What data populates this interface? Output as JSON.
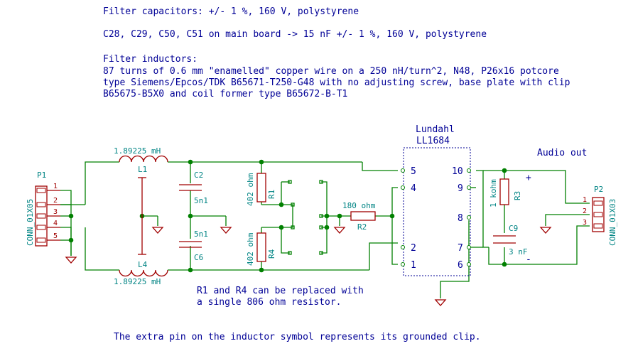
{
  "notes": {
    "caps_line": "Filter capacitors: +/- 1 %, 160 V, polystyrene",
    "main_board_line": "C28, C29, C50, C51 on main board -> 15 nF +/- 1 %, 160 V, polystyrene",
    "inductors_title": "Filter inductors:",
    "inductors_line1": "87 turns of 0.6 mm \"enamelled\" copper wire on a 250 nH/turn^2, N48, P26x16 potcore",
    "inductors_line2": "type Siemens/Epcos/TDK B65671-T250-G48 with no adjusting screw, base plate with clip",
    "inductors_line3": "B65675-B5X0 and coil former type B65672-B-T1",
    "replace_line1": "R1 and R4 can be replaced with",
    "replace_line2": "a single 806 ohm resistor.",
    "footer": "The extra pin on the inductor symbol represents its grounded clip."
  },
  "components": {
    "P1": {
      "ref": "P1",
      "value": "CONN_01X05",
      "pins": [
        "1",
        "2",
        "3",
        "4",
        "5"
      ]
    },
    "P2": {
      "ref": "P2",
      "value": "CONN_01X03",
      "pins": [
        "1",
        "2",
        "3"
      ]
    },
    "L1": {
      "ref": "L1",
      "value": "1.89225 mH"
    },
    "L4": {
      "ref": "L4",
      "value": "1.89225 mH"
    },
    "C2": {
      "ref": "C2",
      "value": "5n1"
    },
    "C6": {
      "ref": "C6",
      "value": "5n1"
    },
    "R1": {
      "ref": "R1",
      "value": "402 ohm"
    },
    "R4": {
      "ref": "R4",
      "value": "402 ohm"
    },
    "R2": {
      "ref": "R2",
      "value": "180 ohm"
    },
    "R3": {
      "ref": "R3",
      "value": "1 kohm"
    },
    "C9": {
      "ref": "C9",
      "value": "3 nF"
    },
    "T1": {
      "maker": "Lundahl",
      "part": "LL1684",
      "pins_left": [
        "5",
        "4",
        "2",
        "1"
      ],
      "pins_right": [
        "10",
        "9",
        "8",
        "7",
        "6"
      ]
    }
  },
  "labels": {
    "audio_out": "Audio out",
    "plus": "+",
    "minus": "-"
  },
  "colors": {
    "note_text": "#000096",
    "component": "#a00000",
    "wire": "#008000",
    "ref_text": "#008484",
    "transformer_box": "#000096"
  }
}
